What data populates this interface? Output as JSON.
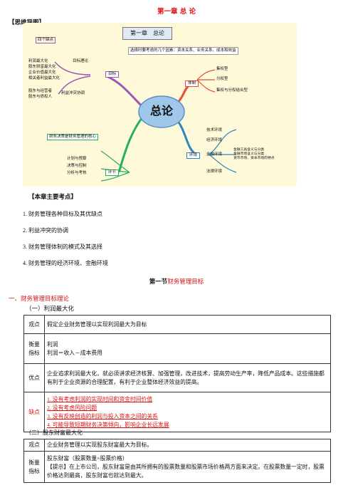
{
  "doc": {
    "chapter_title": "第一章 总 论",
    "mindmap_heading": "【思维导图】"
  },
  "mindmap": {
    "chapter_label": "第一章　总论",
    "top_banner": "选择时要考虑的几个因素：资本关系、业务关系、成本和效益",
    "center": "总论",
    "four_flaws": "四个缺点",
    "goal_theory": "目标理论",
    "goal_items": [
      "利润最大化",
      "股东财富最大化",
      "企业价值最大化",
      "相关者利益最大化"
    ],
    "conflict_items": [
      "股东与经营者",
      "股东与债权人"
    ],
    "conflict_label": "利益冲突协调",
    "goal_node": "目标",
    "system_node": "体制",
    "system_items": [
      "集权型",
      "分权型",
      "集权与分权结合型"
    ],
    "env_node": "环境",
    "env_items": [
      "技术环境",
      "经济环境",
      "金融环境",
      "法律环境"
    ],
    "fin_items": [
      "金融工具含义与分类",
      "金融市场含义与分类",
      "货币市场、资本市场的特点"
    ],
    "core_label": "财务决策是财务管理的核心",
    "link_items": [
      "计划与预算",
      "决策与控制",
      "分析与考核"
    ],
    "link_node": "环节"
  },
  "key_points": {
    "heading": "【本章主要考点】",
    "items": [
      "1. 财务管理各种目标及其优缺点",
      "2. 利益冲突的协调",
      "3. 财务管理体制的模式及其选择",
      "4. 财务管理的经济环境、金融环境"
    ]
  },
  "section": {
    "title_prefix": "第一节",
    "title_main": "财务管理目标",
    "sub1": "一、财务管理目标理论",
    "sub1_1": "（一）利润最大化",
    "sub1_2": "（二）股东财富最大化"
  },
  "table1": {
    "viewpoint_label": "观点",
    "viewpoint": "假定企业财务管理以实现利润最大为目标",
    "measure_label": "衡量指标",
    "measure_1": "利润",
    "measure_2": "利润＝收入－成本费用",
    "pros_label": "优点",
    "pros": "企业追求利润最大化，就必须讲求经济核算、加强管理，改进技术，提高劳动生产率，降低产品成本。这些措施都有利于企业资源的合理配置，有利于企业整体经济效益的提高。",
    "cons_label": "缺点",
    "cons": [
      "1. 没有考虑利润的实现时间和资金时间价值",
      "2. 没有考虑风险问题",
      "3. 没有反映创造的利润与投入资本之间的关系",
      "4. 可能导致短期财务决策倾向，影响企业长远发展"
    ]
  },
  "table2": {
    "viewpoint_label": "观点",
    "viewpoint": "企业财务管理以实现股东财富最大为目标。",
    "measure_label": "衡量指标",
    "measure_1": "股东财富（股票数量×股票价格）",
    "measure_2": "【提示】在上市公司，股东财富是由其所拥有的股票数量和股票市场价格两方面来决定。在股票数量一定时，股票价格达到最高，股东财富也就达到最大。"
  }
}
